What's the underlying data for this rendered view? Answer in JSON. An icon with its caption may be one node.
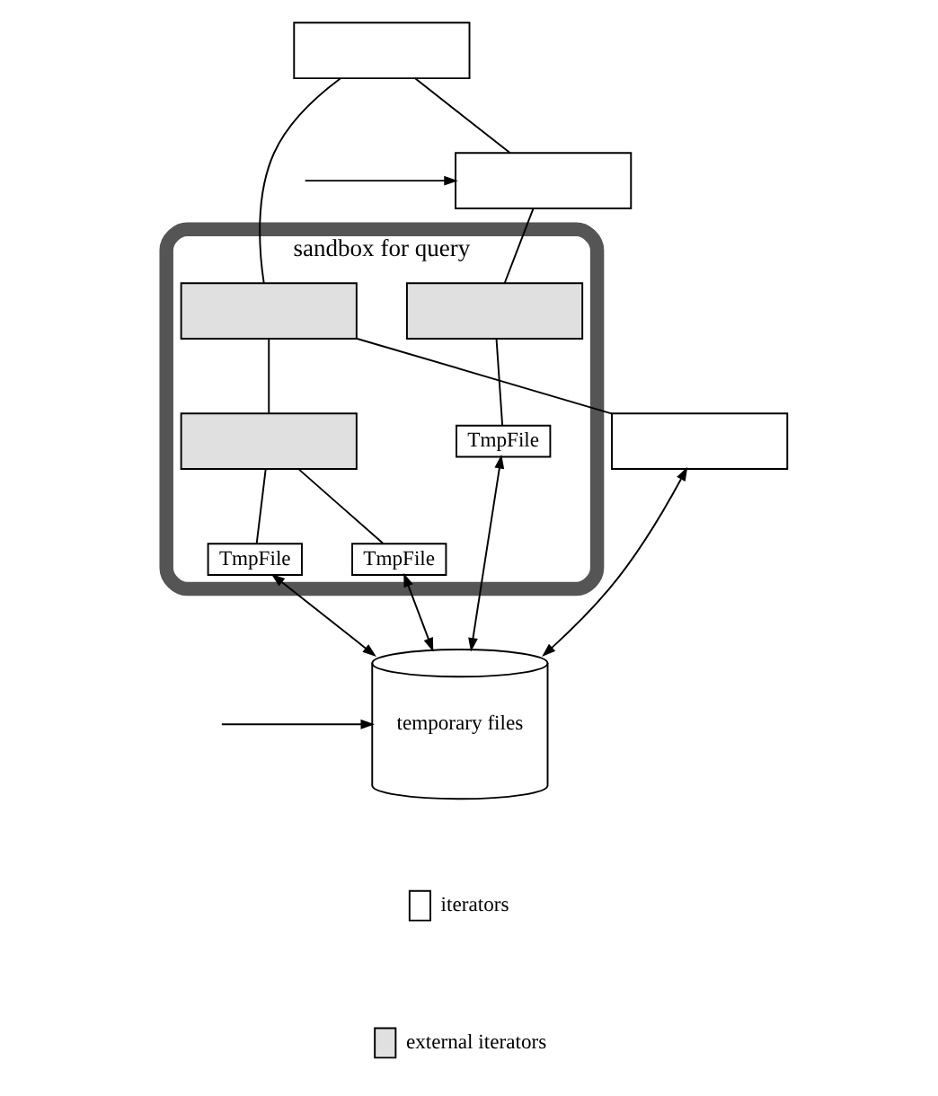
{
  "diagram": {
    "nodes": [
      {
        "text": [],
        "shape": "box"
      },
      {
        "text": [
          "sandbox for query"
        ]
      },
      {
        "text": [],
        "shape": "box",
        "in": 1
      },
      {
        "text": [],
        "shape": "box"
      },
      {
        "text": [],
        "shape": "box"
      },
      {
        "text": [],
        "shape": "box",
        "in": 1
      },
      {
        "text": [],
        "shape": "box",
        "in": 1
      },
      {
        "text": [
          "TmpFile"
        ],
        "in": 1
      },
      {
        "text": [
          "TmpFile"
        ],
        "in": 1
      },
      {
        "text": [
          "TmpFile"
        ],
        "in": 1
      },
      {
        "text": [
          "temporary files"
        ]
      }
    ],
    "edges": [
      {
        "from": 0,
        "to": 2,
        "arrow": "none"
      },
      {
        "from": 0,
        "to": 3,
        "arrow": "none"
      },
      {
        "from": null,
        "to": 3,
        "arrow": "to"
      },
      {
        "from": 2,
        "to": 4,
        "arrow": "none"
      },
      {
        "from": 2,
        "to": 5,
        "arrow": "none"
      },
      {
        "from": 3,
        "to": 6,
        "arrow": "none"
      },
      {
        "from": 5,
        "to": 7,
        "arrow": "none"
      },
      {
        "from": 5,
        "to": 8,
        "arrow": "none"
      },
      {
        "from": 6,
        "to": 9,
        "arrow": "none"
      },
      {
        "from": 4,
        "to": 10,
        "arrow": "both"
      },
      {
        "from": 7,
        "to": 10,
        "arrow": "both"
      },
      {
        "from": 8,
        "to": 10,
        "arrow": "both"
      },
      {
        "from": 9,
        "to": 10,
        "arrow": "both"
      },
      {
        "from": null,
        "to": 10,
        "arrow": "to"
      }
    ],
    "legend": [
      {
        "text": "iterators",
        "color": "#ffffff"
      },
      {
        "text": "external iterators",
        "color": "#e0e0e0"
      }
    ]
  }
}
